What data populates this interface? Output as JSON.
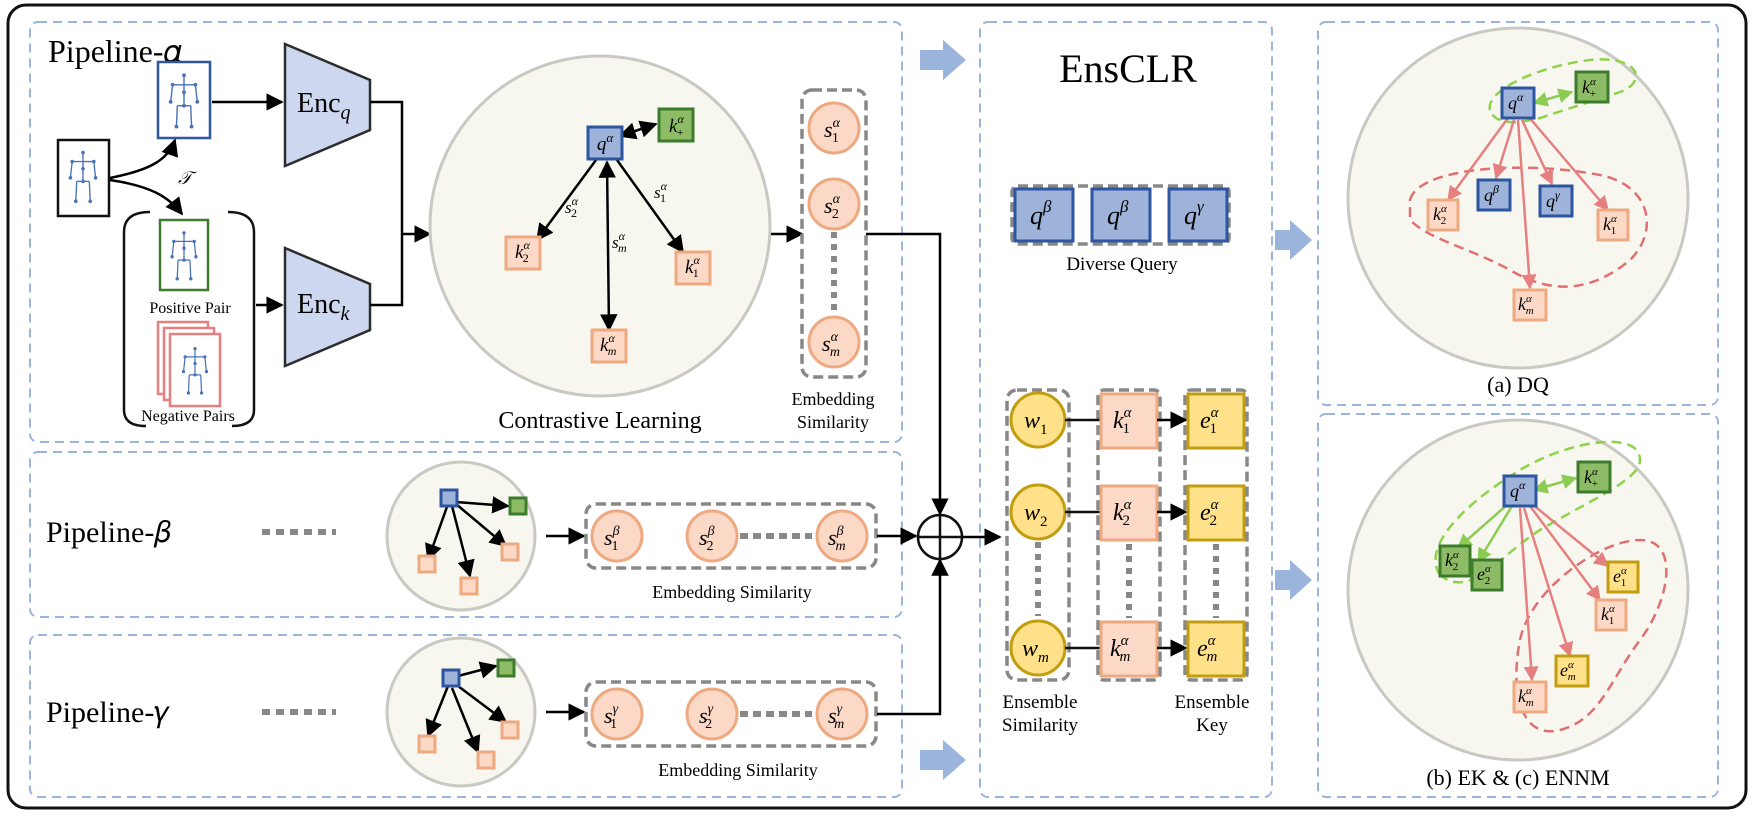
{
  "colors": {
    "query": "#9db3da",
    "positive_key": "#8ebc66",
    "negative_key": "#fbd9c6",
    "ensemble_key": "#ffe18a",
    "panel_border": "#9ab4dc"
  },
  "pipeline_alpha": {
    "title": "Pipeline-𝛼",
    "transform_label": "𝒯",
    "positive_pair_label": "Positive Pair",
    "negative_pairs_label": "Negative Pairs",
    "enc_q_label": "Enc",
    "enc_q_sub": "q",
    "enc_k_label": "Enc",
    "enc_k_sub": "k",
    "contrastive_label": "Contrastive Learning",
    "similarity_label_line1": "Embedding",
    "similarity_label_line2": "Similarity"
  },
  "pipeline_beta": {
    "title": "Pipeline-𝛽",
    "similarity_label": "Embedding Similarity"
  },
  "pipeline_gamma": {
    "title": "Pipeline-𝛾",
    "similarity_label": "Embedding Similarity"
  },
  "ensclr": {
    "title": "EnsCLR",
    "diverse_query_label": "Diverse Query",
    "ensemble_similarity_line1": "Ensemble",
    "ensemble_similarity_line2": "Similarity",
    "ensemble_key_line1": "Ensemble",
    "ensemble_key_line2": "Key"
  },
  "panel_dq": {
    "caption": "(a) DQ"
  },
  "panel_ek": {
    "caption": "(b) EK & (c) ENNM"
  }
}
